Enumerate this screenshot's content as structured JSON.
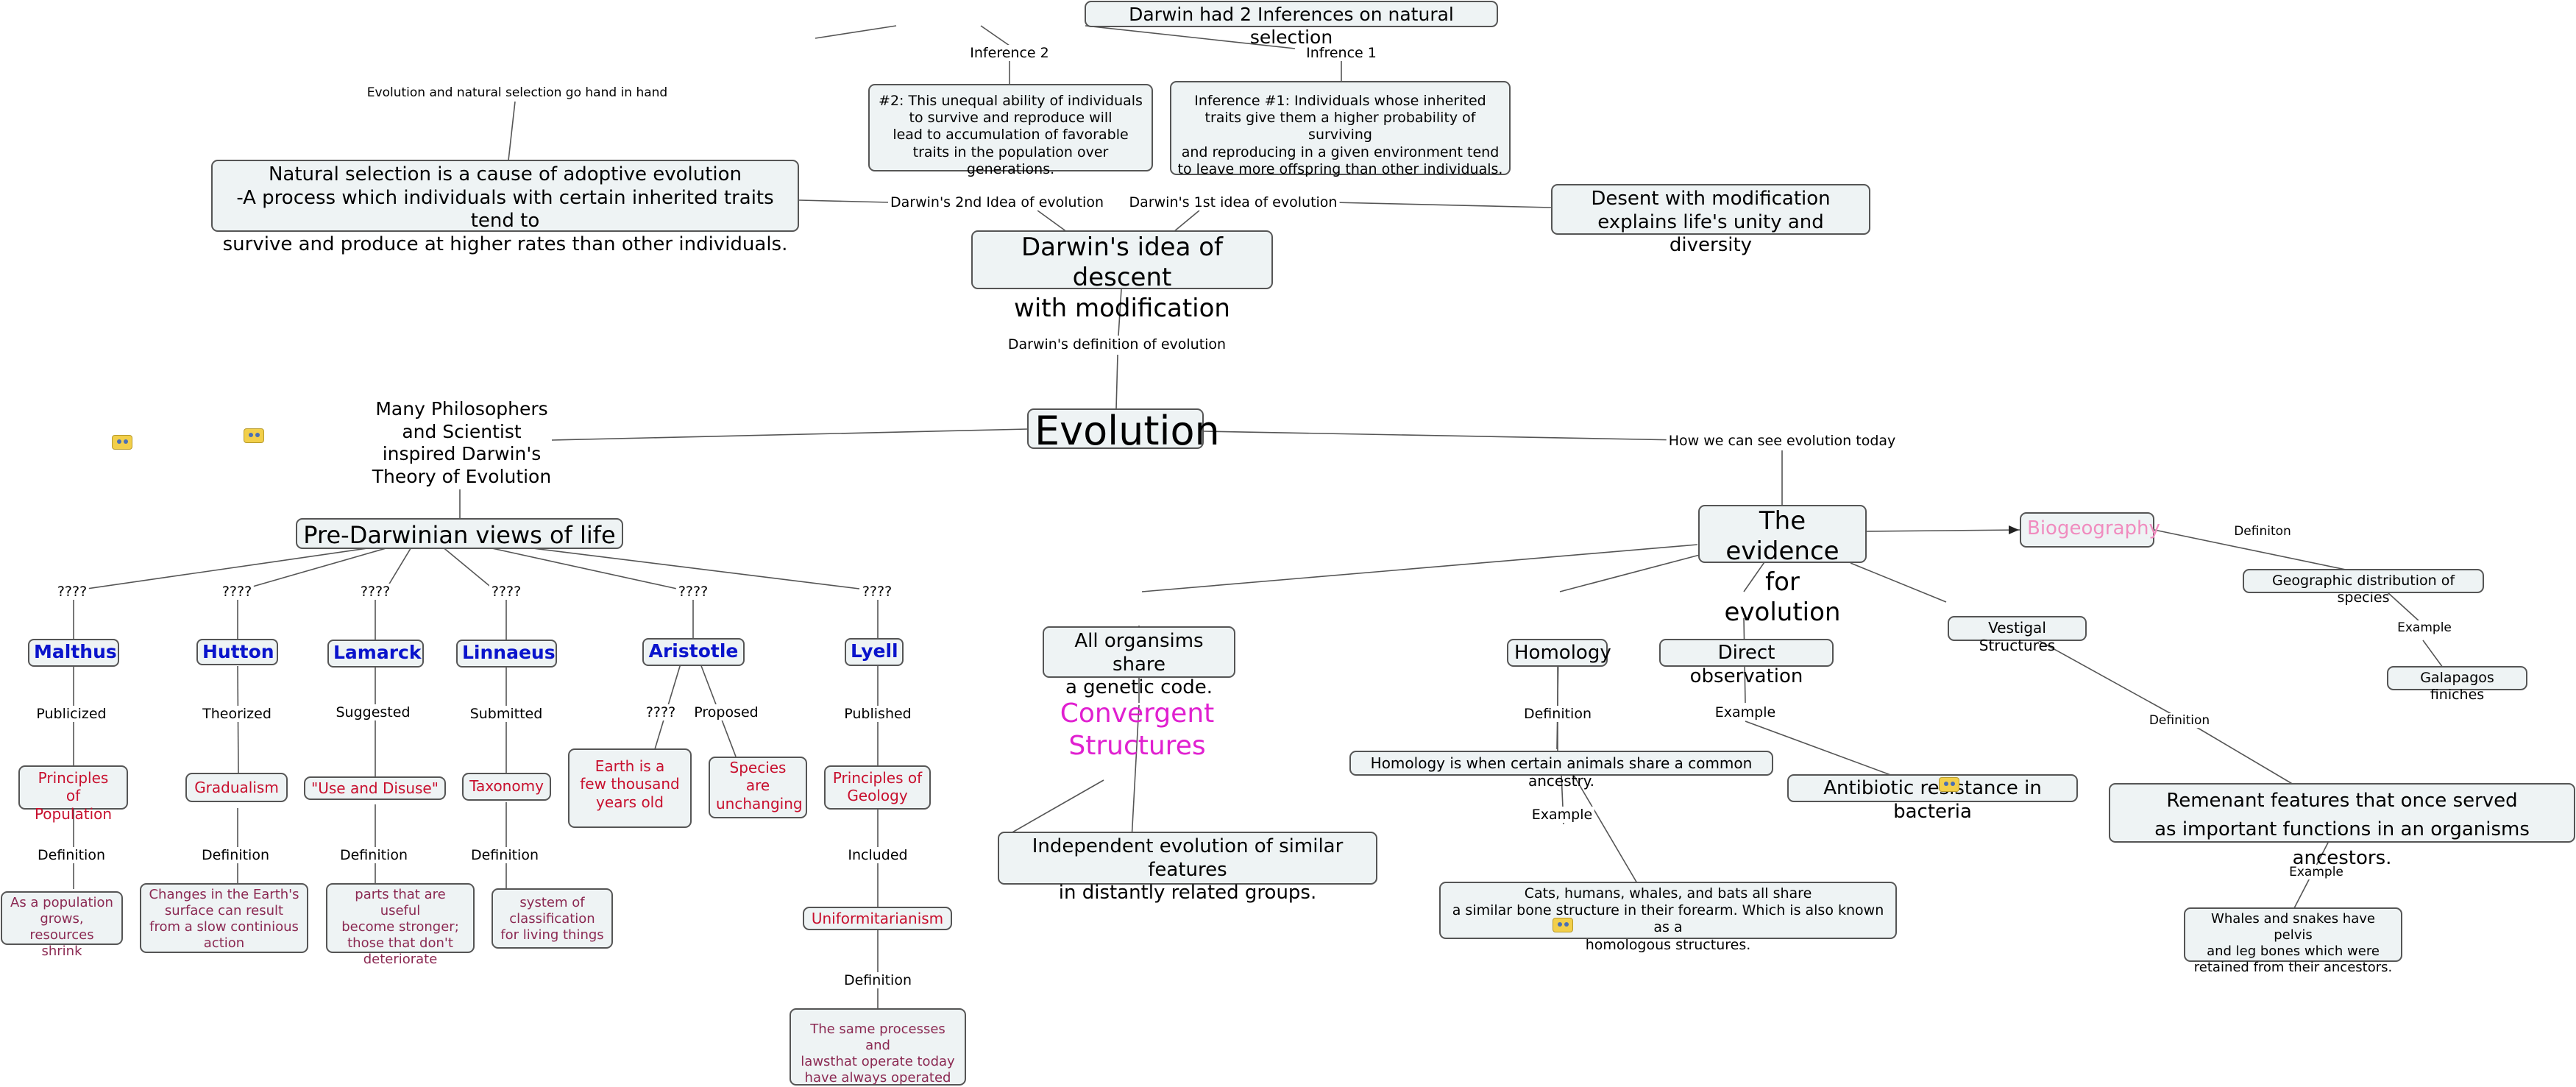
{
  "nodes": {
    "title": "Darwin had 2 Inferences on natural selection",
    "inference2_text": "#2: This unequal ability of individuals\nto survive and reproduce will\nlead to accumulation of favorable\ntraits in the population over generations.",
    "inference1_text": "Inference #1: Individuals whose inherited\ntraits give them a higher probability of surviving\nand reproducing in a given environment tend\nto leave more offspring than other individuals.",
    "natural_selection": "Natural selection is a cause of adoptive evolution\n-A process which individuals with certain inherited traits tend to\nsurvive and produce at higher rates than other individuals.",
    "descent_modification": "Desent with modification\nexplains life's unity and diversity",
    "darwin_idea": "Darwin's idea of descent\nwith modification",
    "evolution": "Evolution",
    "philosophers": "Many Philosophers\nand Scientist\ninspired Darwin's\nTheory of Evolution",
    "pre_darwinian": "Pre-Darwinian views of life",
    "malthus": "Malthus",
    "hutton": "Hutton",
    "lamarck": "Lamarck",
    "linnaeus": "Linnaeus",
    "aristotle": "Aristotle",
    "lyell": "Lyell",
    "principles_population": "Principles\nof Population",
    "gradualism": "Gradualism",
    "use_disuse": "\"Use and Disuse\"",
    "taxonomy": "Taxonomy",
    "earth_old": "Earth is a\nfew thousand\nyears old",
    "species_unchanging": "Species\nare\nunchanging",
    "principles_geology": "Principles of\nGeology",
    "uniformitarianism": "Uniformitarianism",
    "population_def": "As a population\ngrows,\nresources shrink",
    "gradualism_def": "Changes in the Earth's\nsurface can result\nfrom a slow continious\naction",
    "lamarck_def": "parts that are useful\nbecome stronger;\nthose that don't\ndeteriorate",
    "taxonomy_def": "system of\nclassification\nfor living things",
    "uniformitarianism_def": "The same processes and\nlawsthat operate today\nhave always operated",
    "evidence": "The evidence\nfor evolution",
    "genetic_code": "All organsims share\na genetic code.",
    "convergent": "Convergent Structures",
    "independent_evolution": "Independent evolution of similar features\nin distantly related groups.",
    "homology": "Homology",
    "homology_def": "Homology is when certain animals share a common ancestry.",
    "homology_example": "Cats, humans, whales, and bats all share\na similar bone structure in their forearm. Which is also known as a\nhomologous structures.",
    "direct_observation": "Direct observation",
    "antibiotic": "Antibiotic resistance in bacteria",
    "vestigial": "Vestigal Structures",
    "remnant": "Remenant features that once served\nas important functions in an organisms ancestors.",
    "whales_snakes": "Whales and snakes have pelvis\nand leg bones which were\nretained from their ancestors.",
    "biogeography": "Biogeography",
    "geographic_distribution": "Geographic distribution of species",
    "galapagos": "Galapagos finiches"
  },
  "labels": {
    "inference2": "Inference 2",
    "inference1": "Infrence 1",
    "hand_in_hand": "Evolution and natural selection go hand in hand",
    "second_idea": "Darwin's 2nd Idea of evolution",
    "first_idea": "Darwin's 1st idea of evolution",
    "definition_of_evolution": "Darwin's definition of evolution",
    "how_we_see": "How we can see evolution today",
    "q_malthus": "????",
    "q_hutton": "????",
    "q_lamarck": "????",
    "q_linnaeus": "????",
    "q_aristotle": "????",
    "q_lyell": "????",
    "publicized": "Publicized",
    "theorized": "Theorized",
    "suggested": "Suggested",
    "submitted": "Submitted",
    "q_earth": "????",
    "proposed": "Proposed",
    "published": "Published",
    "included": "Included",
    "def_population": "Definition",
    "def_gradualism": "Definition",
    "def_lamarck": "Definition",
    "def_taxonomy": "Definition",
    "def_uniformitarianism": "Definition",
    "def_homology": "Definition",
    "example_homology": "Example",
    "example_direct": "Example",
    "def_vestigial": "Definition",
    "example_vestigial": "Example",
    "definiton_bio": "Definiton",
    "example_bio": "Example"
  },
  "colors": {
    "biogeography_text": "#f08cbf",
    "convergent_text": "#e020d0",
    "red_text": "#c8102e",
    "maroon_text": "#8b2952",
    "blue_text": "#0a14cc",
    "box_fill": "#eef3f4",
    "border": "#555555"
  },
  "icons": [
    "emoticon-icon",
    "emoticon-icon",
    "emoticon-icon",
    "emoticon-icon"
  ]
}
